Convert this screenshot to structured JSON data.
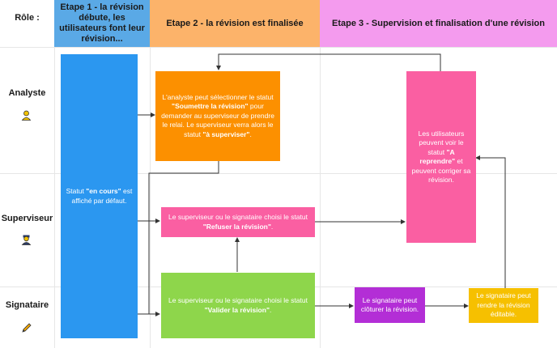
{
  "header": {
    "role_col": "Rôle :",
    "stage1": "Etape 1 - la révision débute, les utilisateurs font leur révision...",
    "stage2": "Etape 2 - la révision est finalisée",
    "stage3": "Etape 3 - Supervision et finalisation d'une révision"
  },
  "roles": {
    "analyste": "Analyste",
    "superviseur": "Superviseur",
    "signataire": "Signataire"
  },
  "boxes": {
    "en_cours": {
      "pre": "Statut ",
      "bold": "\"en cours\"",
      "post": " est affiché par défaut."
    },
    "soumettre": {
      "pre": "L'analyste peut sélectionner le statut ",
      "bold": "\"Soumettre la révision\"",
      "mid": " pour demander au superviseur de prendre le relai. Le superviseur verra alors le statut ",
      "bold2": "\"à superviser\"",
      "post": "."
    },
    "refuser": {
      "pre": "Le superviseur ou le signataire choisi le statut ",
      "bold": "\"Refuser la révision\"",
      "post": "."
    },
    "valider": {
      "pre": "Le superviseur ou le signataire choisi le statut ",
      "bold": "\"Valider la révision\"",
      "post": "."
    },
    "reprendre": {
      "pre": "Les utilisateurs peuvent voir le statut ",
      "bold": "\"A reprendre\"",
      "post": " et peuvent corriger sa révision."
    },
    "cloturer": {
      "text": "Le signataire peut clôturer la révision."
    },
    "editable": {
      "text": "Le signataire peut rendre la révision éditable."
    }
  },
  "colors": {
    "stage1_header": "#5aa9e6",
    "stage2_header": "#fcb36a",
    "stage3_header": "#f49bee",
    "blue": "#2b97f0",
    "orange": "#fc9000",
    "pink": "#fa5fa2",
    "green": "#8ed64b",
    "purple": "#b32ed6",
    "yellow": "#f6c000"
  },
  "icons": {
    "analyste": "person-icon",
    "superviseur": "supervisor-icon",
    "signataire": "pencil-icon"
  }
}
